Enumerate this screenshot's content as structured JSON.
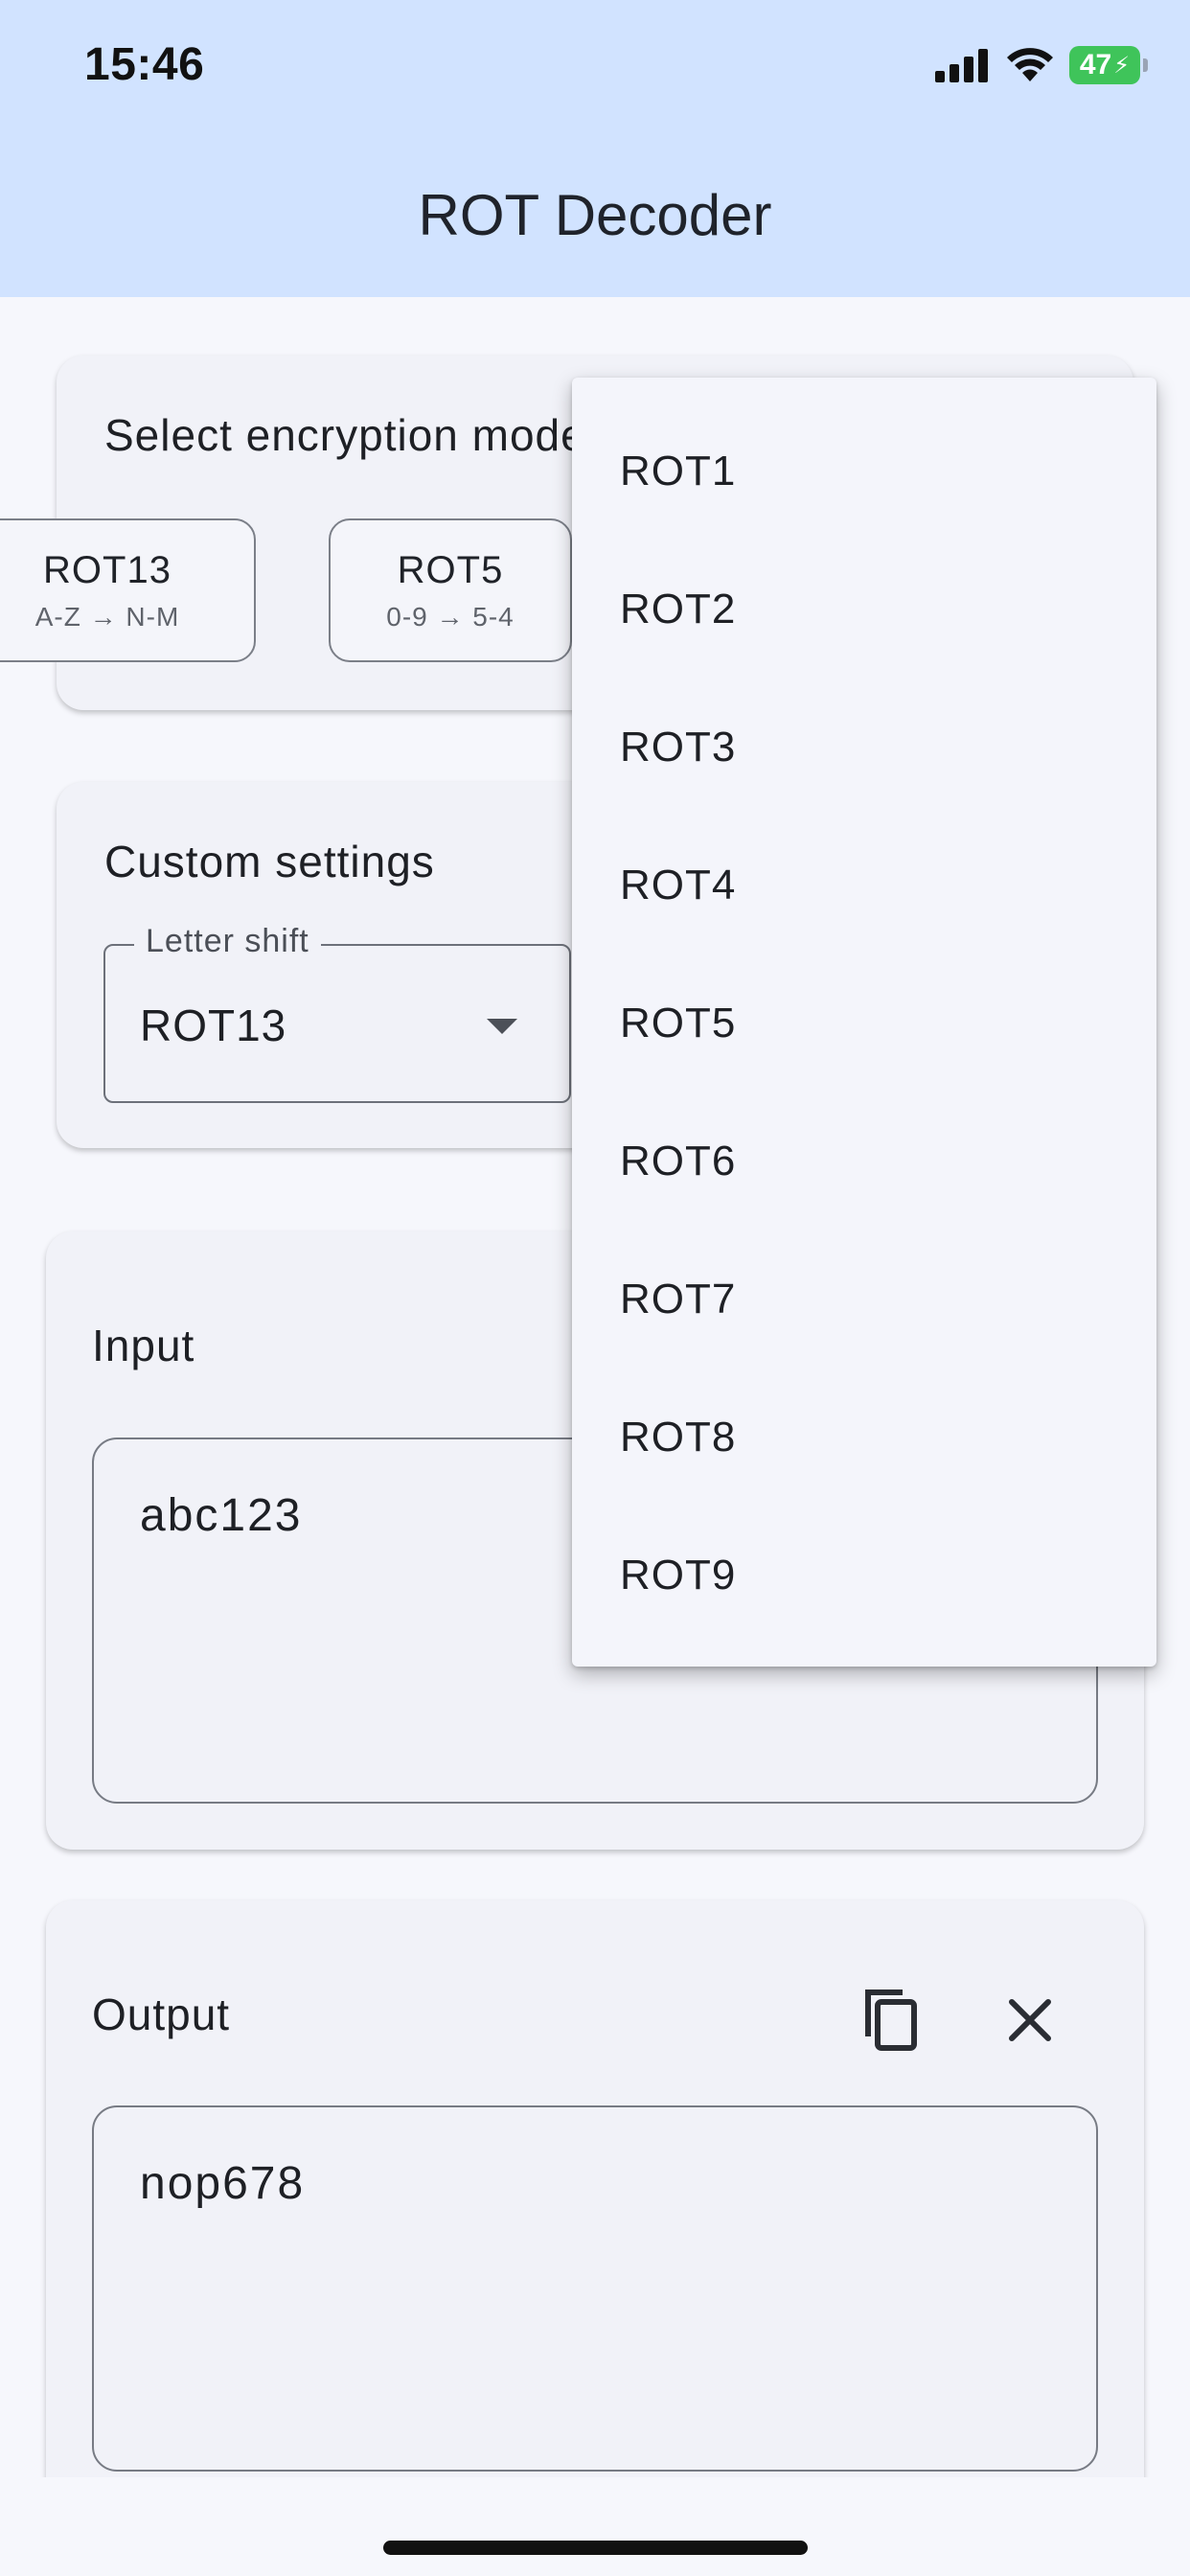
{
  "status_bar": {
    "time": "15:46",
    "battery": "47"
  },
  "app": {
    "title": "ROT Decoder"
  },
  "encryption_mode": {
    "title": "Select encryption mode",
    "chips": [
      {
        "name": "ROT13",
        "sub": "A-Z → N-M"
      },
      {
        "name": "ROT5",
        "sub": "0-9 → 5-4"
      }
    ]
  },
  "custom_settings": {
    "title": "Custom settings",
    "letter_shift_label": "Letter shift",
    "letter_shift_value": "ROT13"
  },
  "input": {
    "title": "Input",
    "value": "abc123"
  },
  "output": {
    "title": "Output",
    "value": "nop678"
  },
  "dropdown_menu": {
    "items": [
      "ROT1",
      "ROT2",
      "ROT3",
      "ROT4",
      "ROT5",
      "ROT6",
      "ROT7",
      "ROT8",
      "ROT9"
    ]
  }
}
